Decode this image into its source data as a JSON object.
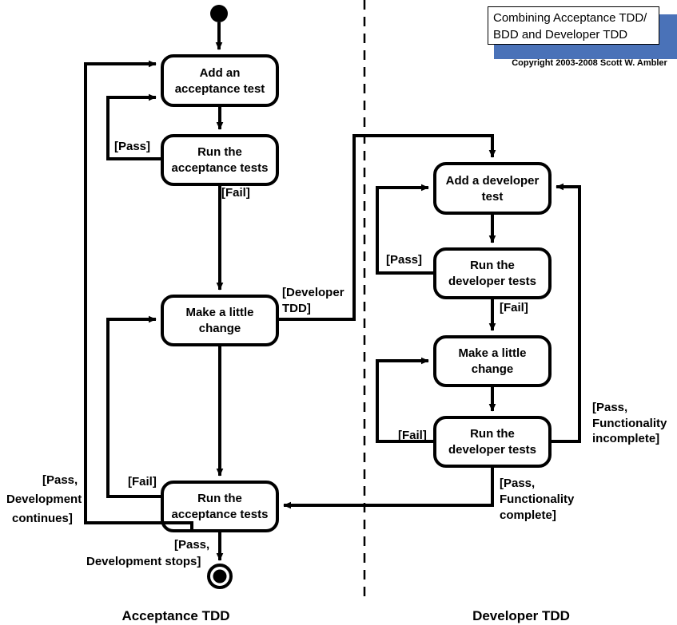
{
  "title_block": {
    "title": "Combining Acceptance TDD/\nBDD and Developer TDD",
    "copyright": "Copyright 2003-2008 Scott W. Ambler",
    "accent_color": "#4a72b8"
  },
  "swimlanes": [
    {
      "name": "acceptance",
      "label": "Acceptance TDD"
    },
    {
      "name": "developer",
      "label": "Developer TDD"
    }
  ],
  "nodes": {
    "initial": "initial-node",
    "final": "final-node",
    "acceptance": [
      {
        "id": "add-acceptance-test",
        "label": "Add an\nacceptance test",
        "line1": "Add an",
        "line2": "acceptance test"
      },
      {
        "id": "run-acceptance-tests-top",
        "label": "Run the\nacceptance tests",
        "line1": "Run the",
        "line2": "acceptance tests"
      },
      {
        "id": "make-little-change-acceptance",
        "label": "Make a little\nchange",
        "line1": "Make a little",
        "line2": "change"
      },
      {
        "id": "run-acceptance-tests-bottom",
        "label": "Run the\nacceptance tests",
        "line1": "Run the",
        "line2": "acceptance tests"
      }
    ],
    "developer": [
      {
        "id": "add-developer-test",
        "label": "Add a developer\ntest",
        "line1": "Add a developer",
        "line2": "test"
      },
      {
        "id": "run-developer-tests-top",
        "label": "Run the\ndeveloper tests",
        "line1": "Run the",
        "line2": "developer tests"
      },
      {
        "id": "make-little-change-developer",
        "label": "Make a little\nchange",
        "line1": "Make a little",
        "line2": "change"
      },
      {
        "id": "run-developer-tests-bottom",
        "label": "Run the\ndeveloper tests",
        "line1": "Run the",
        "line2": "developer tests"
      }
    ]
  },
  "guards": {
    "acceptance_pass": "[Pass]",
    "acceptance_fail_top": "[Fail]",
    "developer_tdd_l1": "[Developer",
    "developer_tdd_l2": "TDD]",
    "acceptance_fail_bottom": "[Fail]",
    "pass_dev_continues_l1": "[Pass,",
    "pass_dev_continues_l2": "Development",
    "pass_dev_continues_l3": "continues]",
    "pass_dev_stops_l1": "[Pass,",
    "pass_dev_stops_l2": "Development stops]",
    "developer_pass": "[Pass]",
    "developer_fail_top": "[Fail]",
    "developer_fail_bottom": "[Fail]",
    "pass_func_incomplete_l1": "[Pass,",
    "pass_func_incomplete_l2": "Functionality",
    "pass_func_incomplete_l3": "incomplete]",
    "pass_func_complete_l1": "[Pass,",
    "pass_func_complete_l2": "Functionality",
    "pass_func_complete_l3": "complete]"
  }
}
